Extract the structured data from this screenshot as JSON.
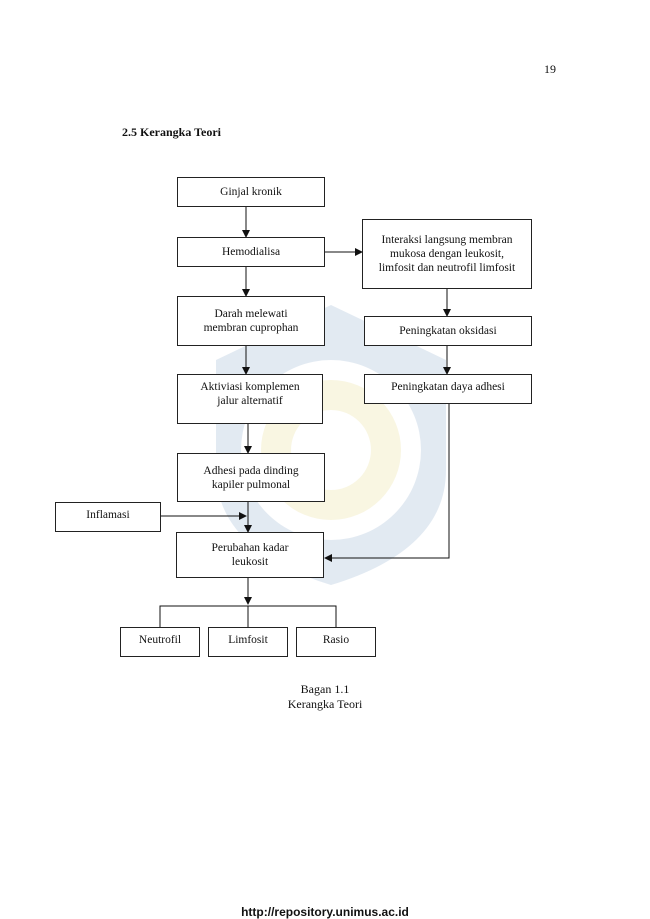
{
  "page": {
    "number": "19",
    "section_title": "2.5 Kerangka Teori"
  },
  "diagram": {
    "ginjal": "Ginjal kronik",
    "hemodialisa": "Hemodialisa",
    "darah": "Darah melewati membran cuprophan",
    "aktivasi": "Aktiviasi komplemen jalur alternatif",
    "adhesi": "Adhesi pada dinding kapiler pulmonal",
    "inflamasi": "Inflamasi",
    "perubahan": "Perubahan kadar leukosit",
    "neutrofil": "Neutrofil",
    "limfosit": "Limfosit",
    "rasio": "Rasio",
    "interaksi": "Interaksi langsung membran mukosa dengan leukosit, limfosit dan neutrofil limfosit",
    "oksidasi": "Peningkatan oksidasi",
    "daya_adhesi": "Peningkatan daya adhesi"
  },
  "caption": {
    "line1": "Bagan 1.1",
    "line2": "Kerangka Teori"
  },
  "footer": {
    "url": "http://repository.unimus.ac.id"
  }
}
